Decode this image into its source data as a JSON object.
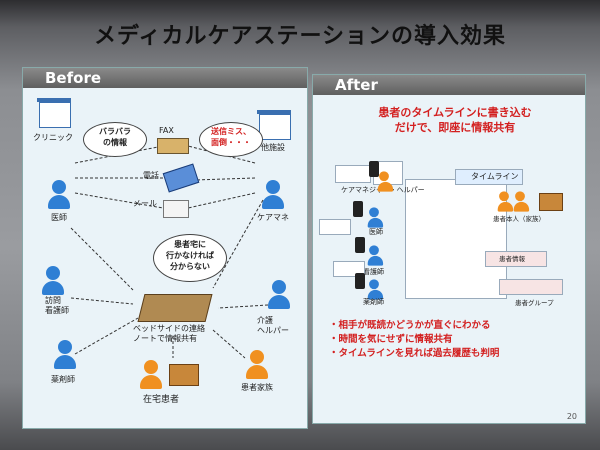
{
  "title": "メディカルケアステーションの導入効果",
  "before": {
    "header": "Before",
    "clinic": "クリニック",
    "facility": "他施設",
    "bubble_left": [
      "バラバラ",
      "の情報"
    ],
    "bubble_right": [
      "送信ミス、",
      "面倒・・・"
    ],
    "fax": "FAX",
    "phone": "電話",
    "mail": "メール",
    "doctor": "医師",
    "care_manager": "ケアマネ",
    "nurse": [
      "訪問",
      "看護師"
    ],
    "helper": [
      "介護",
      "ヘルパー"
    ],
    "pharmacist": "薬剤師",
    "patient": "在宅患者",
    "family": "患者家族",
    "bubble_center": [
      "患者宅に",
      "行かなければ",
      "分からない"
    ],
    "notebook": [
      "ベッドサイドの連絡",
      "ノートで情報共有"
    ]
  },
  "after": {
    "header": "After",
    "headline": [
      "患者のタイムラインに書き込む",
      "だけで、即座に情報共有"
    ],
    "care_label": "ケアマネジャー・ヘルパー",
    "timeline_label": "タイムライン",
    "doctor": "医師",
    "nurse": "看護師",
    "pharmacist": "薬剤師",
    "patient_self": "患者本人（家族）",
    "patient_info": "患者情報",
    "patient_group": "患者グループ",
    "bullets": [
      "・相手が既読かどうかが直ぐにわかる",
      "・時間を気にせずに情報共有",
      "・タイムラインを見れば過去履歴も判明"
    ],
    "page": "20"
  }
}
